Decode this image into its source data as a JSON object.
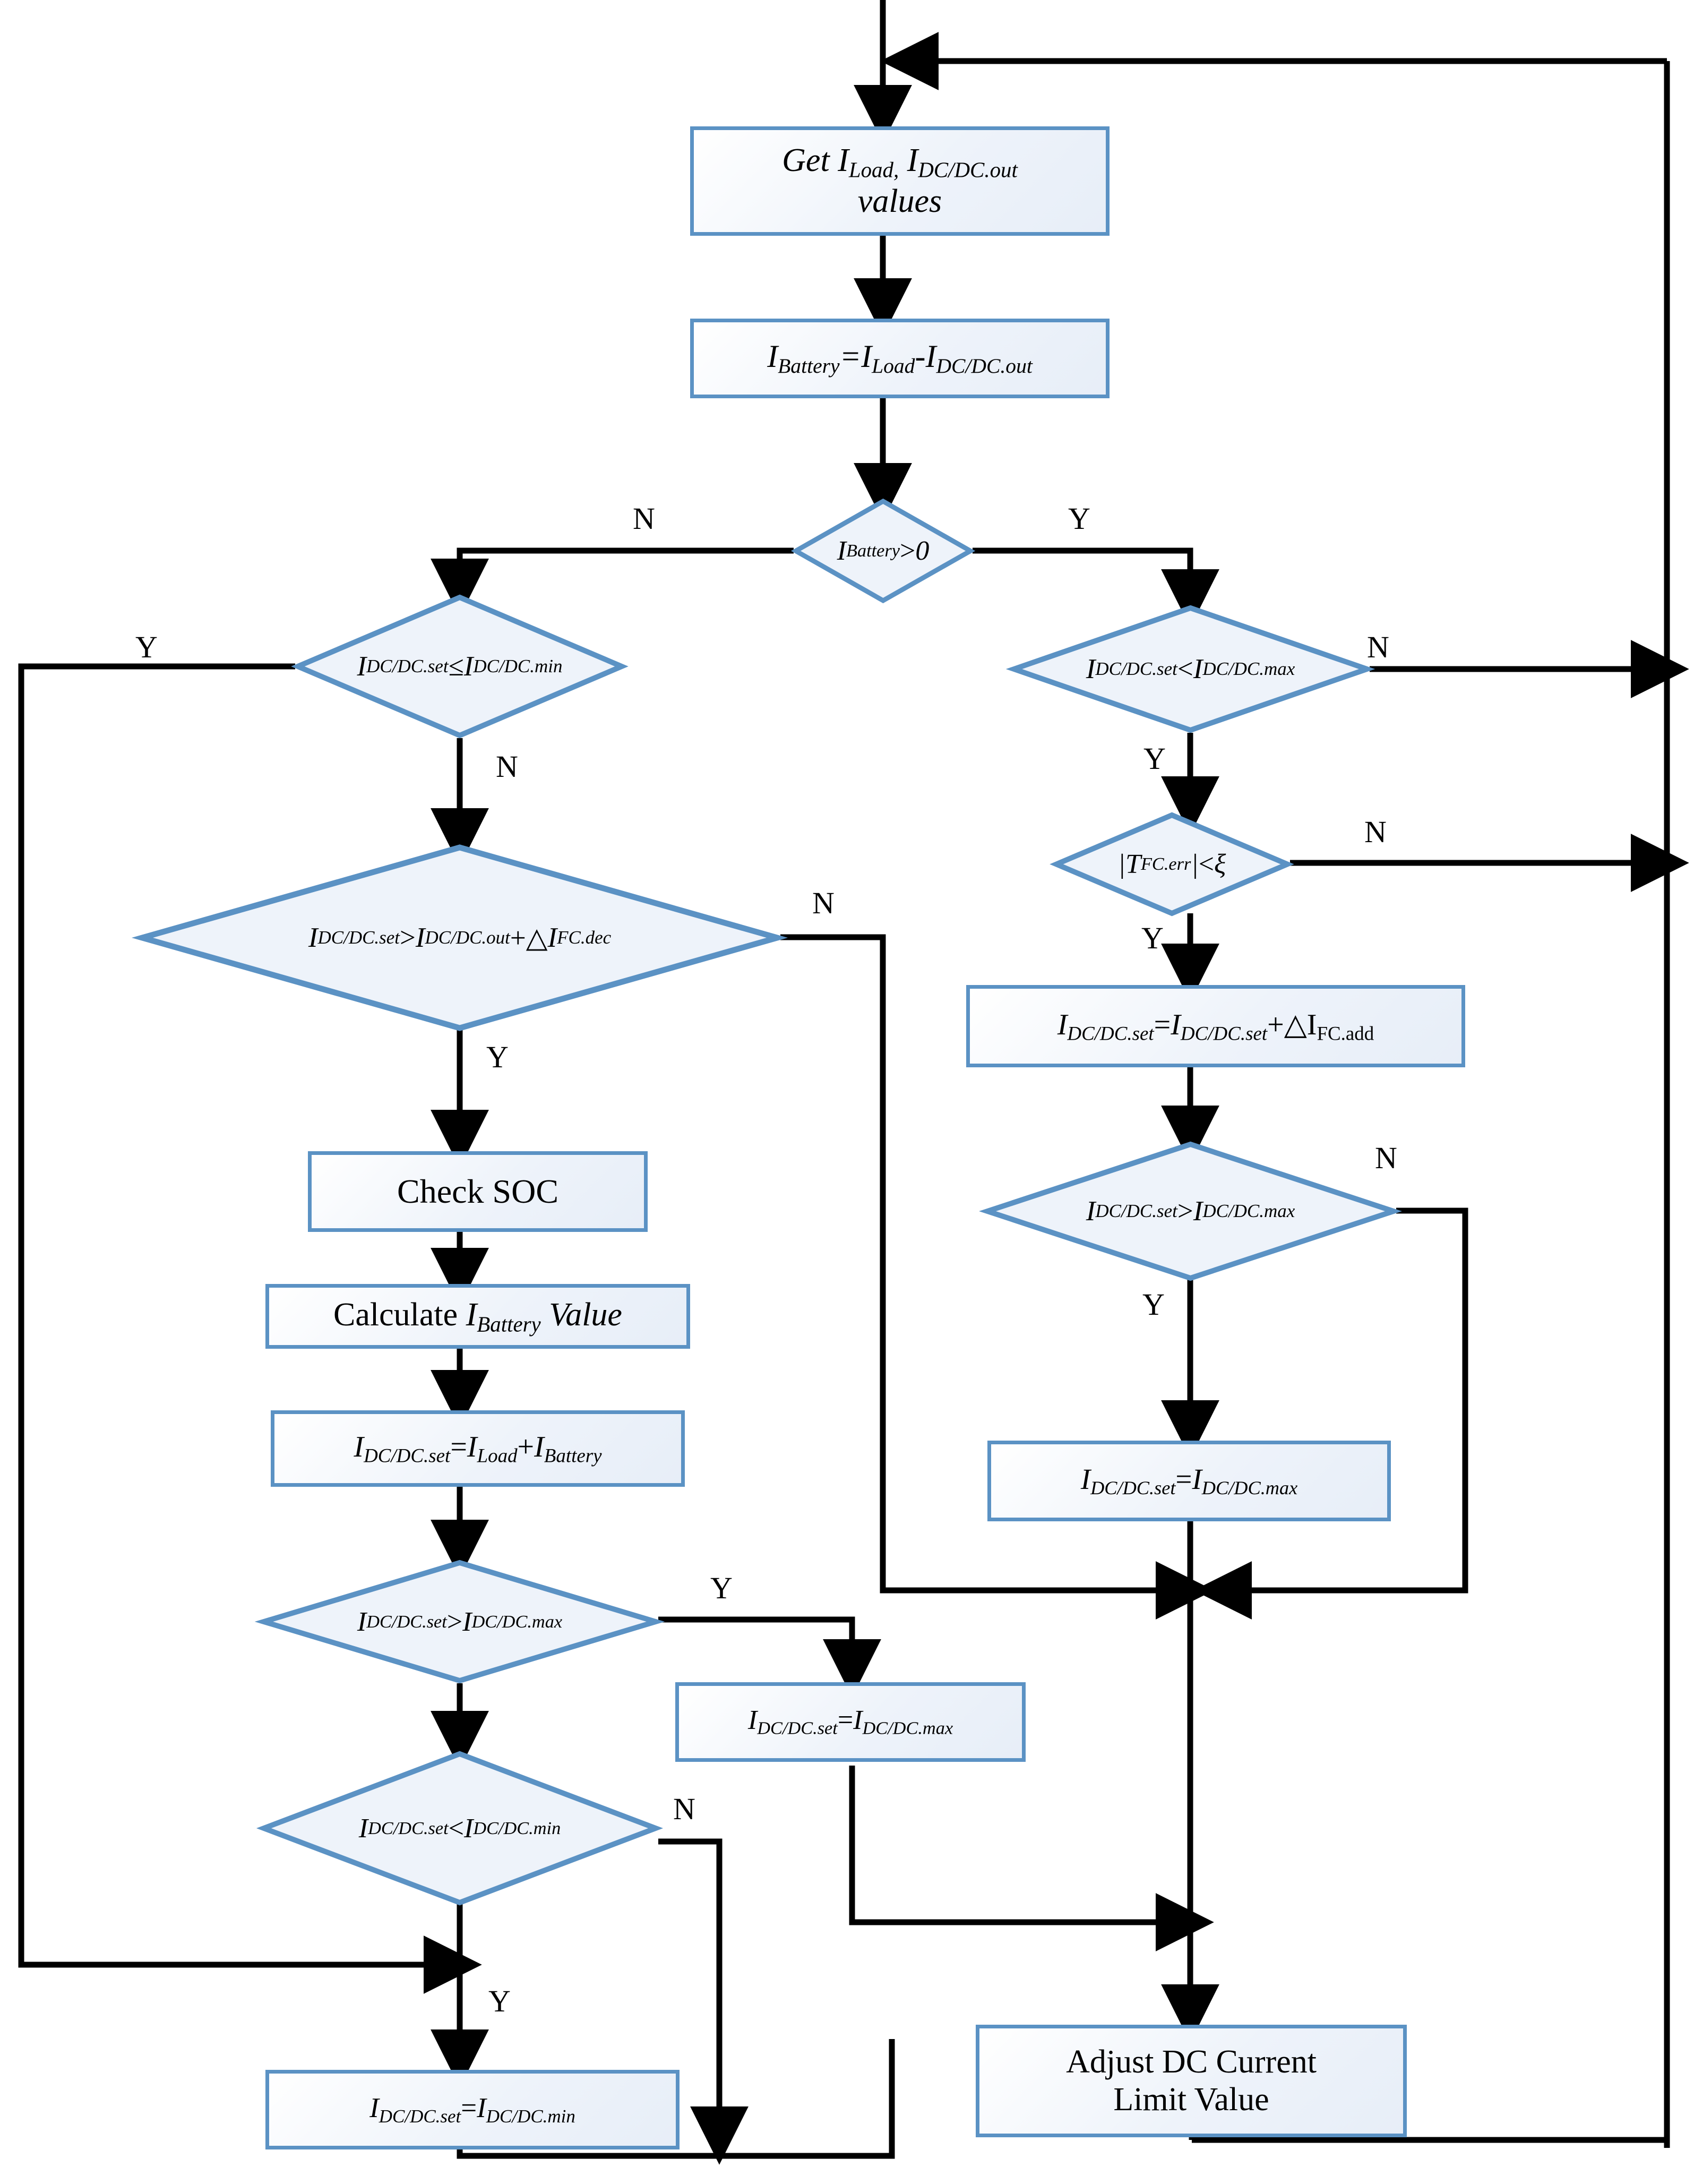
{
  "diagram": {
    "title": "Fuel cell / battery DC current limit control flowchart",
    "accent_color": "#5b92c4",
    "line_color": "#000000",
    "background": "#ffffff"
  },
  "nodes": {
    "get_values": {
      "id": "get-values",
      "type": "process",
      "line1_pre": "Get I",
      "line1_sub1": "Load,",
      "line1_mid": " I",
      "line1_sub2": "DC/DC.out",
      "line2": "values",
      "text": "Get I_Load, I_DC/DC.out values"
    },
    "battery_eq": {
      "id": "battery-equation",
      "type": "process",
      "lhs": "I",
      "lhs_sub": "Battery",
      "op": "=",
      "rhs1": "I",
      "rhs1_sub": "Load",
      "op2": "-",
      "rhs2": "I",
      "rhs2_sub": "DC/DC.out",
      "text": "I_Battery = I_Load - I_DC/DC.out"
    },
    "battery_gt0": {
      "id": "battery-gt-zero",
      "type": "decision",
      "lhs": "I",
      "lhs_sub": "Battery",
      "op": ">",
      "rhs": "0",
      "text": "I_Battery > 0"
    },
    "set_le_min": {
      "id": "set-le-min",
      "type": "decision",
      "lhs": "I",
      "lhs_sub": "DC/DC.set",
      "op": "≤",
      "rhs": "I",
      "rhs_sub": "DC/DC.min",
      "text": "I_DC/DC.set ≤ I_DC/DC.min"
    },
    "set_lt_max": {
      "id": "set-lt-max",
      "type": "decision",
      "lhs": "I",
      "lhs_sub": "DC/DC.set",
      "op": "<",
      "rhs": "I",
      "rhs_sub": "DC/DC.max",
      "text": "I_DC/DC.set < I_DC/DC.max"
    },
    "tfc_err": {
      "id": "tfc-err-lt-xi",
      "type": "decision",
      "lhs": "|T",
      "lhs_sub": "FC.err",
      "op": "|<",
      "rhs": "ξ",
      "text": "|T_FC.err| < ξ"
    },
    "set_gt_out_dec": {
      "id": "set-gt-out-plus-dec",
      "type": "decision",
      "lhs": "I",
      "lhs_sub": "DC/DC.set",
      "op": ">",
      "rhs1": "I",
      "rhs1_sub": "DC/DC.out",
      "op2": "+△",
      "rhs2": "I",
      "rhs2_sub": "FC.dec",
      "text": "I_DC/DC.set > I_DC/DC.out + △I_FC.dec"
    },
    "set_add": {
      "id": "set-plus-fc-add",
      "type": "process",
      "lhs": "I",
      "lhs_sub": "DC/DC.set",
      "op": "=",
      "rhs1": "I",
      "rhs1_sub": "DC/DC.set",
      "op2": "+△",
      "rhs2": "I",
      "rhs2_sub": "FC.add",
      "text": "I_DC/DC.set = I_DC/DC.set + △I_FC.add"
    },
    "check_soc": {
      "id": "check-soc",
      "type": "process",
      "text": "Check SOC"
    },
    "calc_ibatt": {
      "id": "calculate-ibattery",
      "type": "process",
      "pre": "Calculate ",
      "sym": "I",
      "sym_sub": "Battery",
      "post": " Value",
      "text": "Calculate I_Battery Value"
    },
    "set_load_batt": {
      "id": "set-load-plus-batt",
      "type": "process",
      "lhs": "I",
      "lhs_sub": "DC/DC.set",
      "op": "=",
      "rhs1": "I",
      "rhs1_sub": "Load",
      "op2": "+",
      "rhs2": "I",
      "rhs2_sub": "Battery",
      "text": "I_DC/DC.set = I_Load + I_Battery"
    },
    "set_gt_max_r": {
      "id": "set-gt-max-right",
      "type": "decision",
      "lhs": "I",
      "lhs_sub": "DC/DC.set",
      "op": ">",
      "rhs": "I",
      "rhs_sub": "DC/DC.max",
      "text": "I_DC/DC.set > I_DC/DC.max"
    },
    "clamp_max_r": {
      "id": "clamp-max-right",
      "type": "process",
      "lhs": "I",
      "lhs_sub": "DC/DC.set",
      "op": "=",
      "rhs": "I",
      "rhs_sub": "DC/DC.max",
      "text": "I_DC/DC.set = I_DC/DC.max"
    },
    "set_gt_max_l": {
      "id": "set-gt-max-left",
      "type": "decision",
      "lhs": "I",
      "lhs_sub": "DC/DC.set",
      "op": ">",
      "rhs": "I",
      "rhs_sub": "DC/DC.max",
      "text": "I_DC/DC.set > I_DC/DC.max"
    },
    "clamp_max_l": {
      "id": "clamp-max-left",
      "type": "process",
      "lhs": "I",
      "lhs_sub": "DC/DC.set",
      "op": "=",
      "rhs": "I",
      "rhs_sub": "DC/DC.max",
      "text": "I_DC/DC.set = I_DC/DC.max"
    },
    "set_lt_min_l": {
      "id": "set-lt-min-left",
      "type": "decision",
      "lhs": "I",
      "lhs_sub": "DC/DC.set",
      "op": "<",
      "rhs": "I",
      "rhs_sub": "DC/DC.min",
      "text": "I_DC/DC.set < I_DC/DC.min"
    },
    "clamp_min_l": {
      "id": "clamp-min-left",
      "type": "process",
      "lhs": "I",
      "lhs_sub": "DC/DC.set",
      "op": "=",
      "rhs": "I",
      "rhs_sub": "DC/DC.min",
      "text": "I_DC/DC.set = I_DC/DC.min"
    },
    "adjust": {
      "id": "adjust-dc-current",
      "type": "process",
      "line1": "Adjust DC Current",
      "line2": "Limit Value",
      "text": "Adjust DC Current Limit Value"
    }
  },
  "branch_labels": {
    "battery_gt0_no": "N",
    "battery_gt0_yes": "Y",
    "set_le_min_yes": "Y",
    "set_le_min_no": "N",
    "set_lt_max_no": "N",
    "set_lt_max_yes": "Y",
    "tfc_err_no": "N",
    "tfc_err_yes": "Y",
    "set_gt_out_dec_no": "N",
    "set_gt_out_dec_yes": "Y",
    "set_gt_max_r_no": "N",
    "set_gt_max_r_yes": "Y",
    "set_gt_max_l_yes": "Y",
    "set_lt_min_l_no": "N",
    "set_lt_min_l_yes": "Y"
  }
}
